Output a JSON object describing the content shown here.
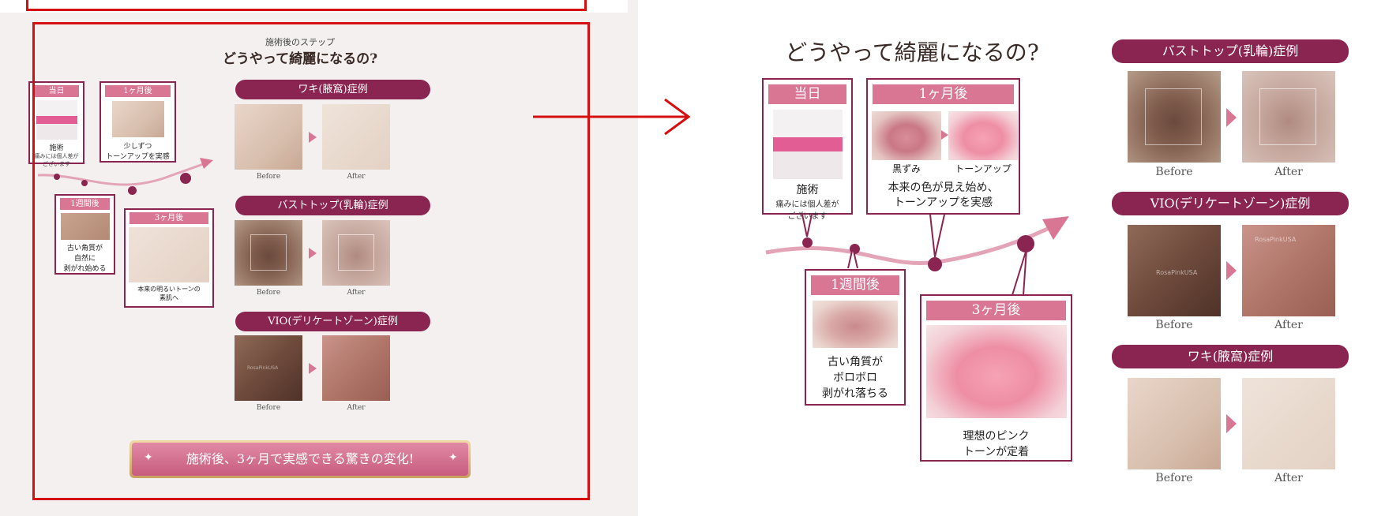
{
  "left": {
    "subtitle": "施術後のステップ",
    "title": "どうやって綺麗になるの?",
    "steps": {
      "day": {
        "label": "当日",
        "text1": "施術",
        "text2": "痛みには個人差が",
        "text3": "ございます"
      },
      "month1": {
        "label": "1ヶ月後",
        "text1": "少しずつ",
        "text2": "トーンアップを実感"
      },
      "week1": {
        "label": "1週間後",
        "text1": "古い角質が",
        "text2": "自然に",
        "text3": "剥がれ始める"
      },
      "month3": {
        "label": "3ヶ月後",
        "text1": "本来の明るいトーンの",
        "text2": "素肌へ"
      }
    },
    "cases": [
      {
        "title": "ワキ(腋窩)症例",
        "before": "Before",
        "after": "After"
      },
      {
        "title": "バストトップ(乳輪)症例",
        "before": "Before",
        "after": "After"
      },
      {
        "title": "VIO(デリケートゾーン)症例",
        "before": "Before",
        "after": "After"
      }
    ],
    "banner": "施術後、3ヶ月で実感できる驚きの変化!",
    "watermark": "RosaPinkUSA"
  },
  "right": {
    "title": "どうやって綺麗になるの?",
    "steps": {
      "day": {
        "label": "当日",
        "text1": "施術",
        "text2": "痛みには個人差が",
        "text3": "ございます"
      },
      "month1": {
        "label": "1ヶ月後",
        "cap_left": "黒ずみ",
        "cap_right": "トーンアップ",
        "text1": "本来の色が見え始め、",
        "text2": "トーンアップを実感"
      },
      "week1": {
        "label": "1週間後",
        "text1": "古い角質が",
        "text2": "ボロボロ",
        "text3": "剥がれ落ちる"
      },
      "month3": {
        "label": "3ヶ月後",
        "text1": "理想のピンク",
        "text2": "トーンが定着"
      }
    },
    "cases": [
      {
        "title": "バストトップ(乳輪)症例",
        "before": "Before",
        "after": "After"
      },
      {
        "title": "VIO(デリケートゾーン)症例",
        "before": "Before",
        "after": "After"
      },
      {
        "title": "ワキ(腋窩)症例",
        "before": "Before",
        "after": "After"
      }
    ],
    "watermark": "RosaPinkUSA"
  },
  "colors": {
    "accent_dark": "#8a2450",
    "accent_pink": "#d97694",
    "annotation_red": "#d50f0f"
  },
  "icons": {
    "arrow": "right-arrow-icon"
  }
}
